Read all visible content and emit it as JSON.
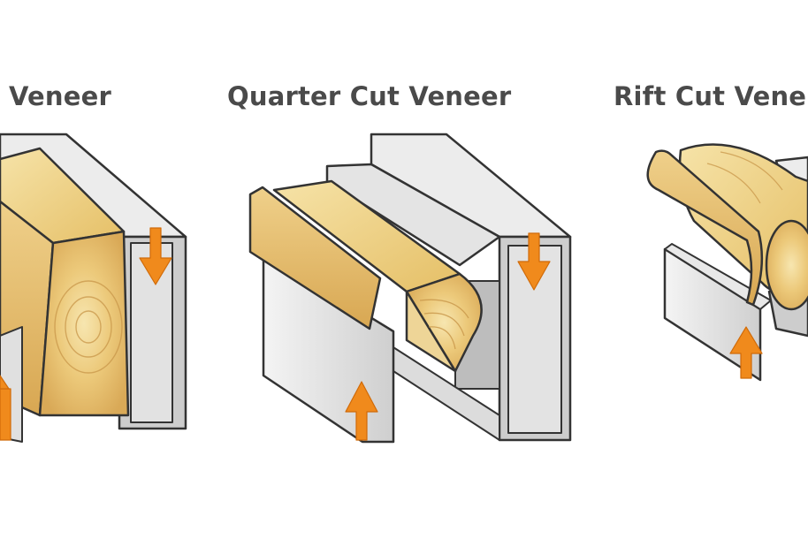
{
  "panels": [
    {
      "title": "Veneer"
    },
    {
      "title": "Quarter Cut Veneer"
    },
    {
      "title": "Rift Cut Vene"
    }
  ],
  "colors": {
    "background": "#ffffff",
    "title": "#4a4a4a",
    "outline": "#333333",
    "metal_light": "#ededed",
    "metal_mid": "#d3d3d3",
    "metal_dark": "#bdbdbd",
    "wood_light": "#f5e2a6",
    "wood_mid": "#e8c46e",
    "wood_dark": "#cf9d45",
    "arrow": "#f08a1c"
  },
  "icons": [
    "arrow-down-icon",
    "arrow-up-icon"
  ]
}
